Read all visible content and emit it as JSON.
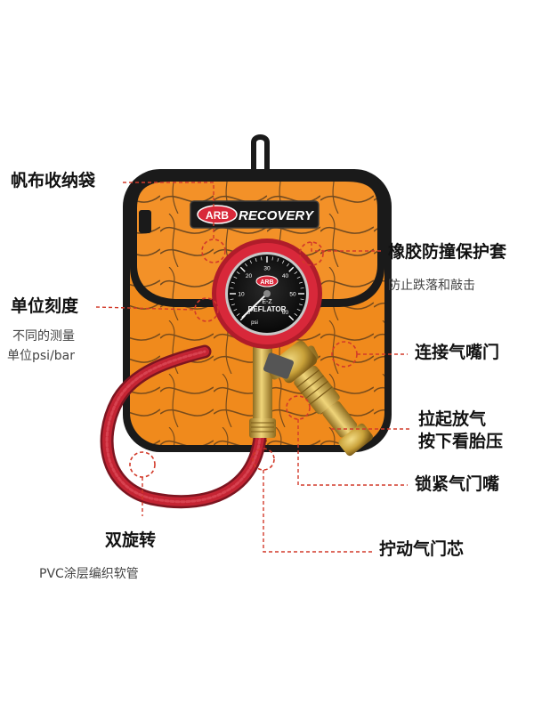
{
  "brand": {
    "logo_text": "ARB",
    "badge_text": "RECOVERY"
  },
  "gauge": {
    "logo_text": "ARB",
    "model_line1": "E-Z",
    "model_line2": "DEFLATOR",
    "tick_labels": [
      "0",
      "10",
      "20",
      "30",
      "40",
      "50",
      "60"
    ],
    "unit": "psi"
  },
  "callouts": {
    "bag": {
      "title": "帆布收纳袋"
    },
    "bumper": {
      "title": "橡胶防撞保护套",
      "desc": "防止跌落和敲击"
    },
    "scale": {
      "title": "单位刻度",
      "desc_line1": "不同的测量",
      "desc_line2": "单位psi/bar"
    },
    "valve_connect": {
      "title": "连接气嘴门"
    },
    "deflate": {
      "title_line1": "拉起放气",
      "title_line2": "按下看胎压"
    },
    "lock": {
      "title": "锁紧气门嘴"
    },
    "swivel": {
      "title": "双旋转",
      "desc": "PVC涂层编织软管"
    },
    "core": {
      "title": "拧动气门芯"
    }
  },
  "colors": {
    "bag_orange": "#f08a1c",
    "bag_trim": "#1a1a1a",
    "gauge_red": "#d8283a",
    "hose_red": "#b0202d",
    "brass": "#c9a23a",
    "callout_red": "#d23a2a"
  }
}
